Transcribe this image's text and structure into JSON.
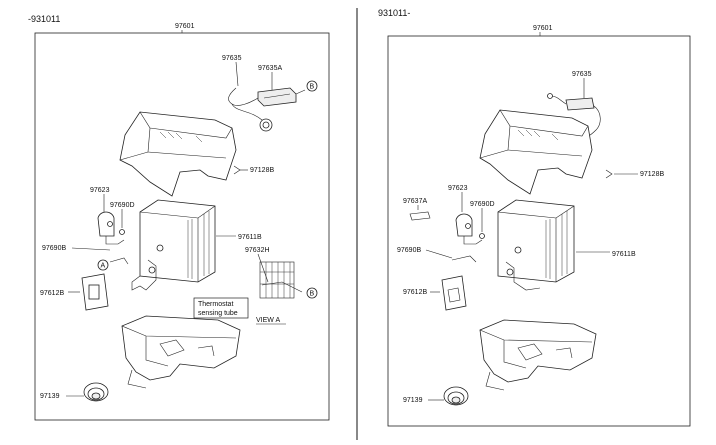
{
  "left": {
    "header": "-931011",
    "assembly": "97601",
    "labels": {
      "p97635": "97635",
      "p97635A": "97635A",
      "p97128B": "97128B",
      "p97623": "97623",
      "p97690D": "97690D",
      "p97690B": "97690B",
      "p97611B": "97611B",
      "p97632H": "97632H",
      "p97612B": "97612B",
      "p97139": "97139"
    },
    "callout_B1": "B",
    "callout_B2": "B",
    "callout_A": "A",
    "box_line1": "Thermostat",
    "box_line2": "sensing tube",
    "view": "VIEW A"
  },
  "right": {
    "header": "931011-",
    "assembly": "97601",
    "labels": {
      "p97635": "97635",
      "p97128B": "97128B",
      "p97637A": "97637A",
      "p97623": "97623",
      "p97690D": "97690D",
      "p97690B": "97690B",
      "p97611B": "97611B",
      "p97612B": "97612B",
      "p97139": "97139"
    }
  }
}
